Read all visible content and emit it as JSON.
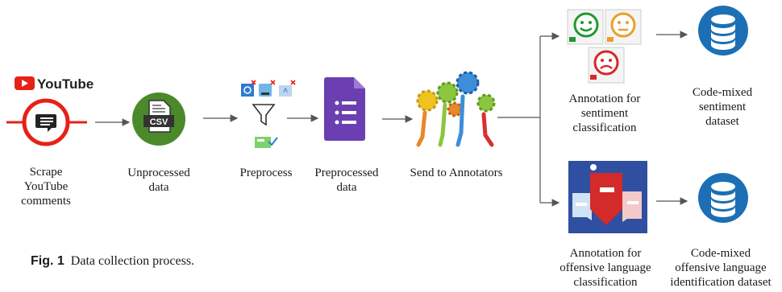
{
  "youtube_logo_text": "YouTube",
  "csv_icon_text": "CSV",
  "steps": {
    "scrape": "Scrape\nYouTube\ncomments",
    "unprocessed": "Unprocessed\ndata",
    "preprocess": "Preprocess",
    "preprocessed": "Preprocessed\ndata",
    "send": "Send to Annotators"
  },
  "branches": {
    "sentiment_annotation": "Annotation for\nsentiment\nclassification",
    "sentiment_dataset": "Code-mixed\nsentiment\ndataset",
    "offensive_annotation": "Annotation for\noffensive language\nclassification",
    "offensive_dataset": "Code-mixed\noffensive language\nidentification dataset"
  },
  "caption": {
    "number": "Fig. 1",
    "text": "Data collection process."
  },
  "colors": {
    "youtube_red": "#e62117",
    "csv_green": "#4a8a2a",
    "forms_purple": "#6b3fb2",
    "db_blue": "#1c6fb4",
    "arrow": "#555555"
  }
}
